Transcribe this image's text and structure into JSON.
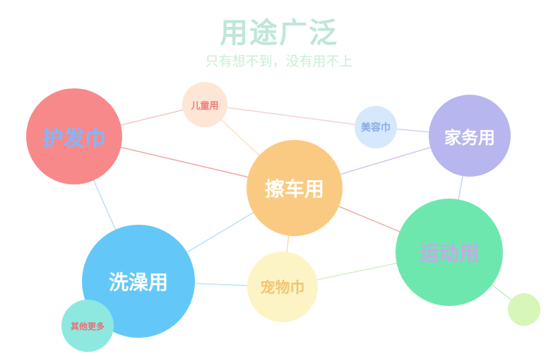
{
  "header": {
    "title": "用途广泛",
    "subtitle": "只有想不到，没有用不上"
  },
  "nodes": {
    "hair": {
      "label": "护发巾",
      "fill": "#f7898b",
      "text_color": "#7fb8ff"
    },
    "child": {
      "label": "儿童用",
      "fill": "#fde6d6",
      "text_color": "#f07a7a"
    },
    "beauty": {
      "label": "美容巾",
      "fill": "#d6e8fb",
      "text_color": "#8aa9e8"
    },
    "home": {
      "label": "家务用",
      "fill": "#b8b6ee",
      "text_color": "#ffffff"
    },
    "car": {
      "label": "擦车用",
      "fill": "#fbca82",
      "text_color": "#ffffff"
    },
    "sport": {
      "label": "运动用",
      "fill": "#6ee7ae",
      "text_color": "#c9a7ea"
    },
    "bath": {
      "label": "洗澡用",
      "fill": "#63c8f8",
      "text_color": "#ffffff"
    },
    "pet": {
      "label": "宠物巾",
      "fill": "#fdf4c6",
      "text_color": "#f2c572"
    },
    "more": {
      "label": "其他更多",
      "fill": "#8ee8e0",
      "text_color": "#f06a73"
    },
    "extra": {
      "label": "",
      "fill": "#d7f6b9",
      "text_color": "#ffffff"
    }
  },
  "links": [
    {
      "from": "hair",
      "to": "child",
      "color": "#f6c9c9"
    },
    {
      "from": "child",
      "to": "beauty",
      "color": "#f5d4d4"
    },
    {
      "from": "beauty",
      "to": "home",
      "color": "#cfd4f0"
    },
    {
      "from": "hair",
      "to": "car",
      "color": "#f4a9a9"
    },
    {
      "from": "child",
      "to": "car",
      "color": "#fbe3c9"
    },
    {
      "from": "home",
      "to": "car",
      "color": "#d8c6ee"
    },
    {
      "from": "home",
      "to": "sport",
      "color": "#c9d4f2"
    },
    {
      "from": "hair",
      "to": "bath",
      "color": "#bfe1f1"
    },
    {
      "from": "car",
      "to": "bath",
      "color": "#bfe3f4"
    },
    {
      "from": "car",
      "to": "pet",
      "color": "#f8dfb3"
    },
    {
      "from": "car",
      "to": "sport",
      "color": "#e8b3a7"
    },
    {
      "from": "bath",
      "to": "pet",
      "color": "#bfe7f5"
    },
    {
      "from": "pet",
      "to": "sport",
      "color": "#d9f0c9"
    },
    {
      "from": "sport",
      "to": "extra",
      "color": "#bfeec9"
    },
    {
      "from": "bath",
      "to": "more",
      "color": "#bfeef0"
    }
  ]
}
